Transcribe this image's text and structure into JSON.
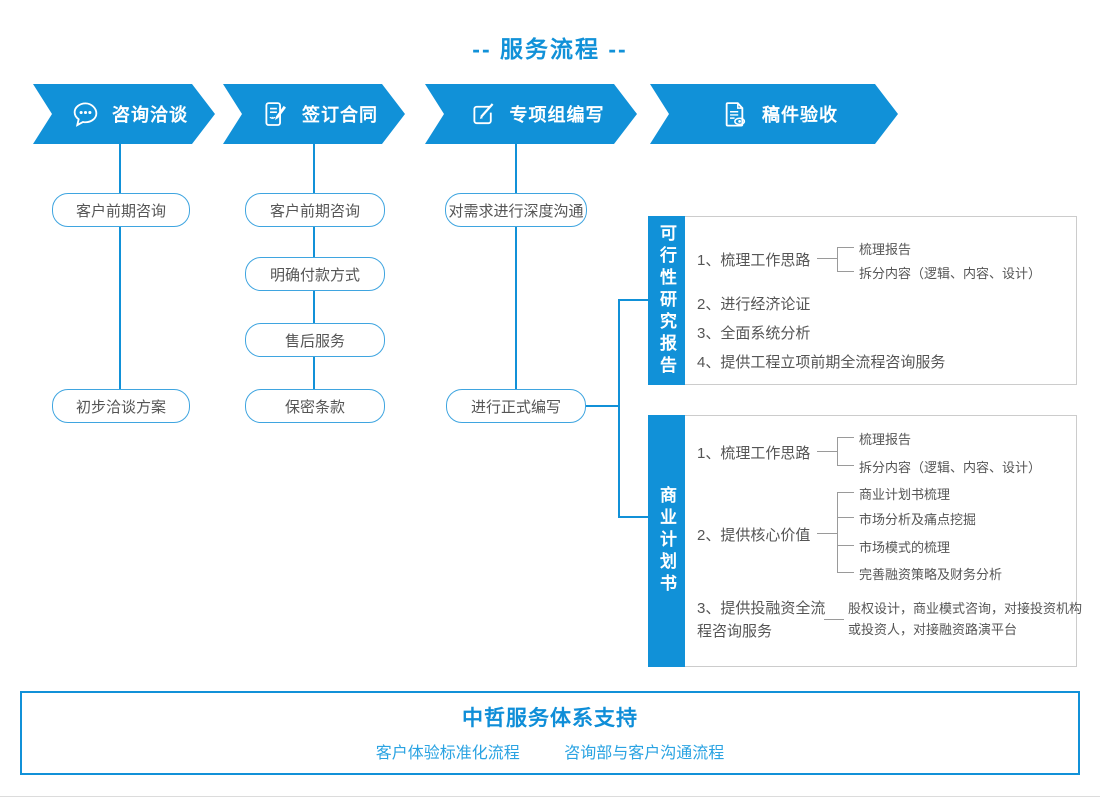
{
  "title": "-- 服务流程 --",
  "steps": [
    {
      "label": "咨询洽谈",
      "icon": "chat-bubble-icon"
    },
    {
      "label": "签订合同",
      "icon": "contract-pen-icon"
    },
    {
      "label": "专项组编写",
      "icon": "edit-square-icon"
    },
    {
      "label": "稿件验收",
      "icon": "document-review-icon"
    }
  ],
  "columns": [
    {
      "boxes": [
        "客户前期咨询",
        "初步洽谈方案"
      ]
    },
    {
      "boxes": [
        "客户前期咨询",
        "明确付款方式",
        "售后服务",
        "保密条款"
      ]
    },
    {
      "boxes": [
        "对需求进行深度沟通",
        "进行正式编写"
      ]
    }
  ],
  "sections": [
    {
      "tab": "可行性研究报告",
      "items": [
        {
          "text": "1、梳理工作思路",
          "branches": [
            "梳理报告",
            "拆分内容（逻辑、内容、设计）"
          ]
        },
        {
          "text": "2、进行经济论证"
        },
        {
          "text": "3、全面系统分析"
        },
        {
          "text": "4、提供工程立项前期全流程咨询服务"
        }
      ]
    },
    {
      "tab": "商业计划书",
      "items": [
        {
          "text": "1、梳理工作思路",
          "branches": [
            "梳理报告",
            "拆分内容（逻辑、内容、设计）"
          ]
        },
        {
          "text": "2、提供核心价值",
          "branches": [
            "商业计划书梳理",
            "市场分析及痛点挖掘",
            "市场模式的梳理",
            "完善融资策略及财务分析"
          ]
        },
        {
          "text": "3、提供投融资全流程咨询服务",
          "branches": [
            "股权设计，商业模式咨询，对接投资机构或投资人，对接融资路演平台"
          ]
        }
      ]
    }
  ],
  "footer": {
    "title": "中哲服务体系支持",
    "subtitle_left": "客户体验标准化流程",
    "subtitle_right": "咨询部与客户沟通流程"
  },
  "colors": {
    "primary": "#1191d8",
    "box-border": "#3fa5e0",
    "line-gray": "#9a9a9a",
    "panel-border": "#cccccc",
    "text-gray": "#555555",
    "footer-title": "#0f8ed8",
    "footer-subtitle": "#2aa3e2"
  }
}
